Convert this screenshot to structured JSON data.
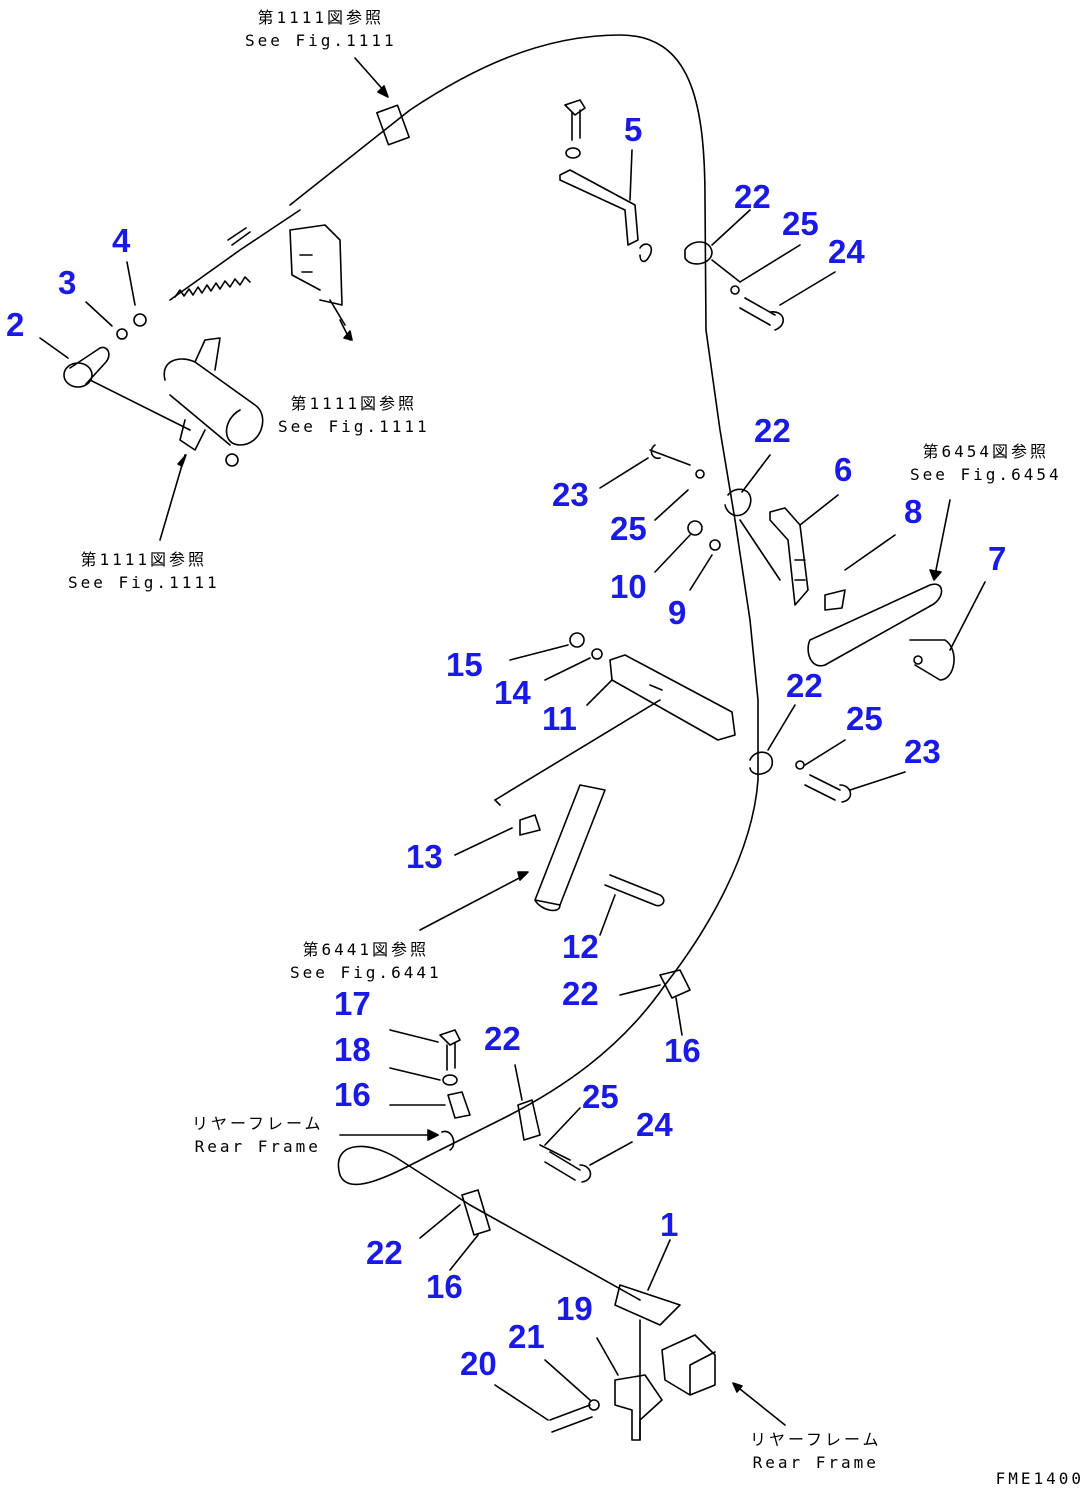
{
  "colors": {
    "callout": "#1a1ae6",
    "line": "#000000"
  },
  "callouts": [
    {
      "id": "c1",
      "text": "1"
    },
    {
      "id": "c2",
      "text": "2"
    },
    {
      "id": "c3",
      "text": "3"
    },
    {
      "id": "c4",
      "text": "4"
    },
    {
      "id": "c5",
      "text": "5"
    },
    {
      "id": "c6",
      "text": "6"
    },
    {
      "id": "c7",
      "text": "7"
    },
    {
      "id": "c8",
      "text": "8"
    },
    {
      "id": "c9",
      "text": "9"
    },
    {
      "id": "c10",
      "text": "10"
    },
    {
      "id": "c11",
      "text": "11"
    },
    {
      "id": "c12",
      "text": "12"
    },
    {
      "id": "c13",
      "text": "13"
    },
    {
      "id": "c14",
      "text": "14"
    },
    {
      "id": "c15",
      "text": "15"
    },
    {
      "id": "c16a",
      "text": "16"
    },
    {
      "id": "c16b",
      "text": "16"
    },
    {
      "id": "c16c",
      "text": "16"
    },
    {
      "id": "c17",
      "text": "17"
    },
    {
      "id": "c18",
      "text": "18"
    },
    {
      "id": "c19",
      "text": "19"
    },
    {
      "id": "c20",
      "text": "20"
    },
    {
      "id": "c21",
      "text": "21"
    },
    {
      "id": "c22a",
      "text": "22"
    },
    {
      "id": "c22b",
      "text": "22"
    },
    {
      "id": "c22c",
      "text": "22"
    },
    {
      "id": "c22d",
      "text": "22"
    },
    {
      "id": "c22e",
      "text": "22"
    },
    {
      "id": "c22f",
      "text": "22"
    },
    {
      "id": "c23a",
      "text": "23"
    },
    {
      "id": "c23b",
      "text": "23"
    },
    {
      "id": "c24a",
      "text": "24"
    },
    {
      "id": "c24b",
      "text": "24"
    },
    {
      "id": "c25a",
      "text": "25"
    },
    {
      "id": "c25b",
      "text": "25"
    },
    {
      "id": "c25c",
      "text": "25"
    },
    {
      "id": "c25d",
      "text": "25"
    }
  ],
  "references": [
    {
      "id": "r1",
      "jp": "第1111図参照",
      "en": "See Fig.1111"
    },
    {
      "id": "r2",
      "jp": "第1111図参照",
      "en": "See Fig.1111"
    },
    {
      "id": "r3",
      "jp": "第1111図参照",
      "en": "See Fig.1111"
    },
    {
      "id": "r4",
      "jp": "第6454図参照",
      "en": "See Fig.6454"
    },
    {
      "id": "r5",
      "jp": "第6441図参照",
      "en": "See Fig.6441"
    },
    {
      "id": "r6",
      "jp": "リヤーフレーム",
      "en": "Rear Frame"
    },
    {
      "id": "r7",
      "jp": "リヤーフレーム",
      "en": "Rear Frame"
    }
  ],
  "footer": {
    "code": "FME1400"
  }
}
